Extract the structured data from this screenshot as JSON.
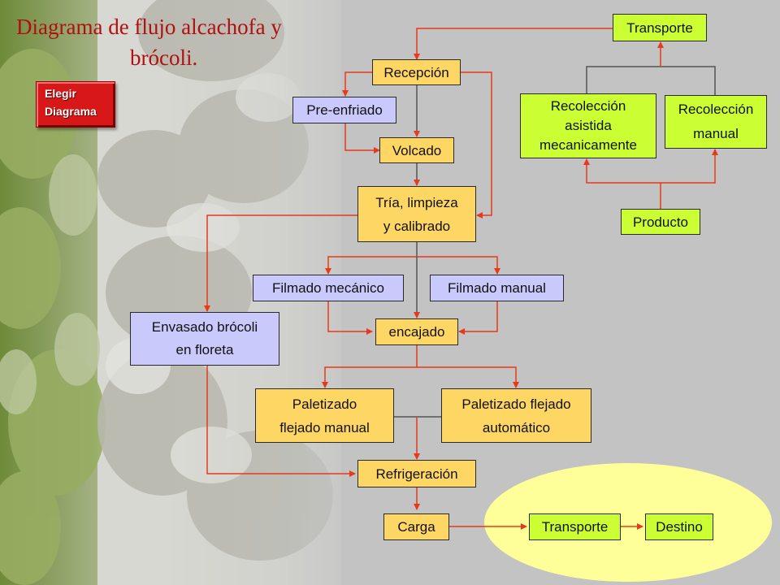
{
  "title": {
    "line1": "Diagrama de flujo alcachofa y",
    "line2": "brócoli."
  },
  "button": {
    "line1": "Elegir",
    "line2": "Diagrama"
  },
  "colors": {
    "process": "#fdd663",
    "option": "#c9c9fb",
    "field": "#ccff33",
    "arrow": "#e83a1a",
    "title": "#b01010",
    "button": "#d81818",
    "transport_zone": "#ffff99"
  },
  "nodes": {
    "transporte_top": "Transporte",
    "recoleccion_asistida": [
      "Recolección",
      "asistida",
      "mecanicamente"
    ],
    "recoleccion_manual": [
      "Recolección",
      "manual"
    ],
    "producto": "Producto",
    "recepcion": "Recepción",
    "pre_enfriado": "Pre-enfriado",
    "volcado": "Volcado",
    "tria": [
      "Tría, limpieza",
      "y calibrado"
    ],
    "filmado_mecanico": "Filmado mecánico",
    "filmado_manual": "Filmado manual",
    "envasado": [
      "Envasado brócoli",
      "en floreta"
    ],
    "encajado": "encajado",
    "paletizado_manual": [
      "Paletizado",
      "flejado manual"
    ],
    "paletizado_auto": [
      "Paletizado flejado",
      "automático"
    ],
    "refrigeracion": "Refrigeración",
    "carga": "Carga",
    "transporte_bottom": "Transporte",
    "destino": "Destino"
  }
}
